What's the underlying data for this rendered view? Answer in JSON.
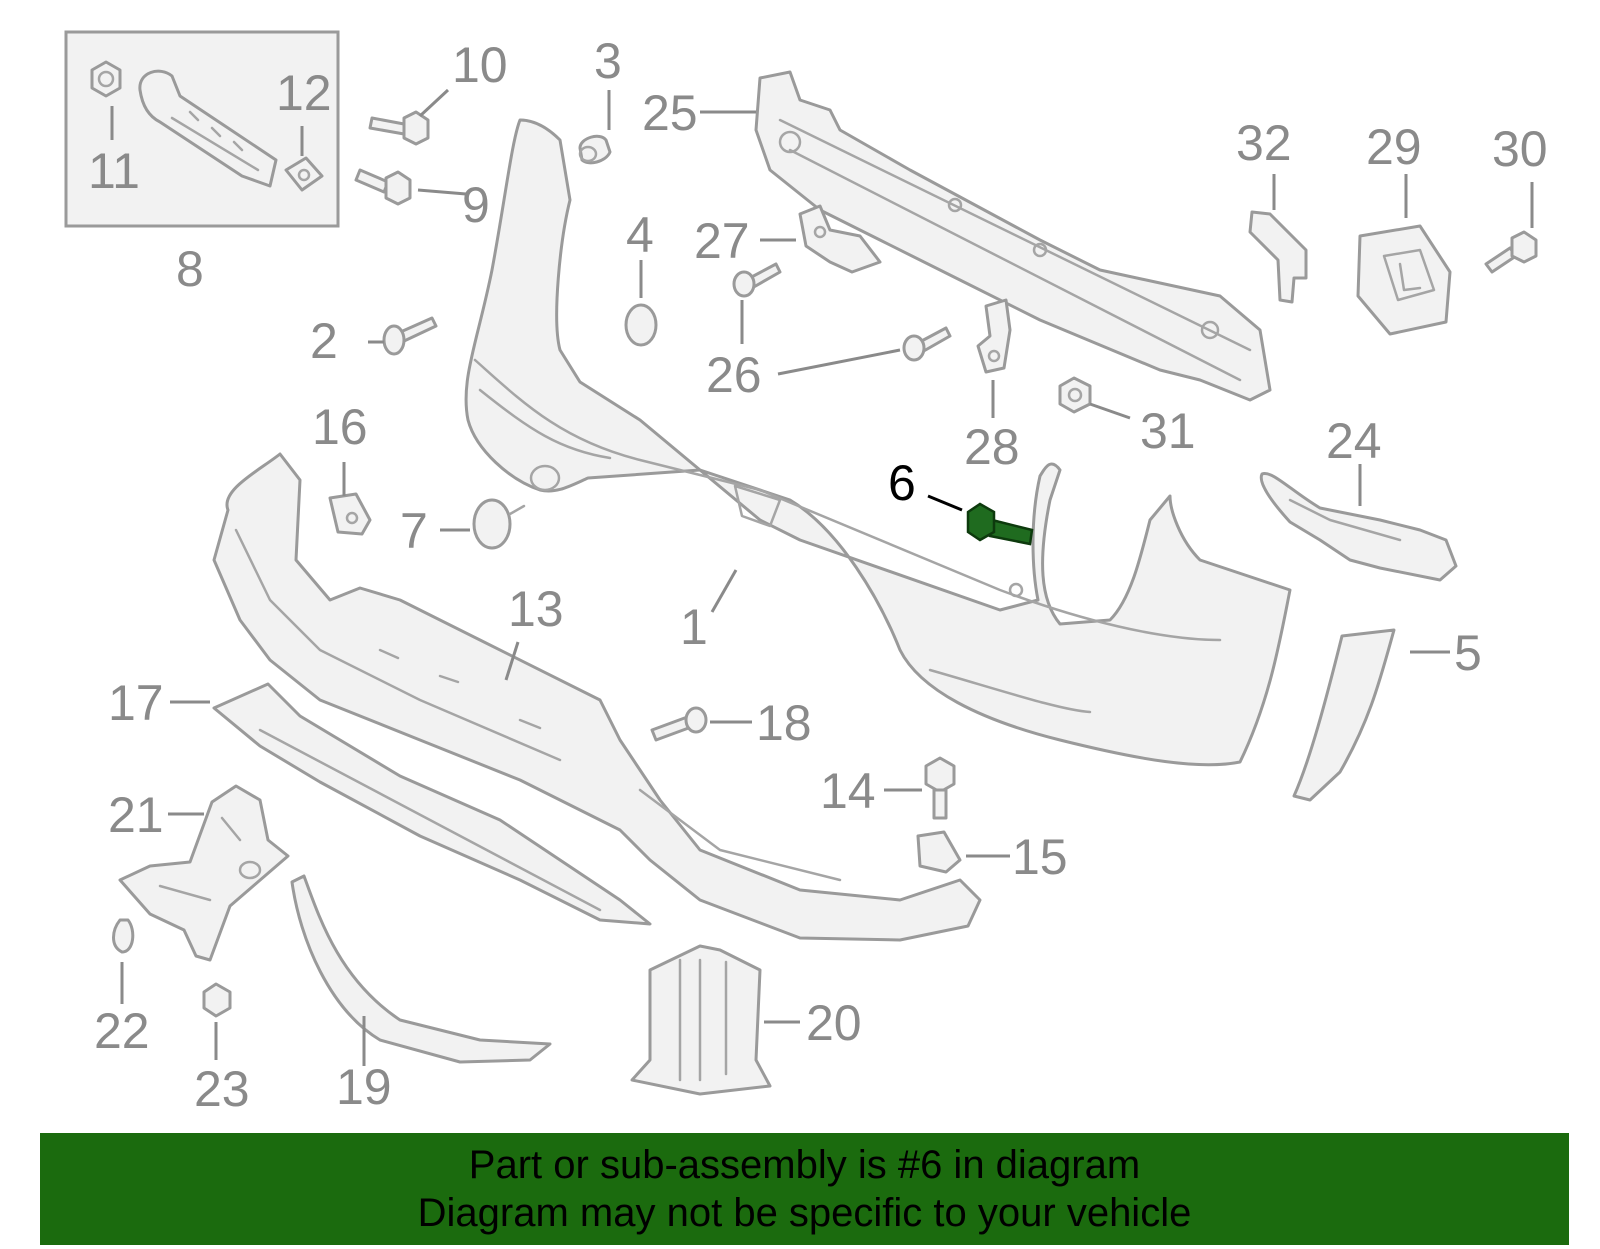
{
  "callouts": {
    "c1": "1",
    "c2": "2",
    "c3": "3",
    "c4": "4",
    "c5": "5",
    "c6": "6",
    "c7": "7",
    "c8": "8",
    "c9": "9",
    "c10": "10",
    "c11": "11",
    "c12": "12",
    "c13": "13",
    "c14": "14",
    "c15": "15",
    "c16": "16",
    "c17": "17",
    "c18": "18",
    "c19": "19",
    "c20": "20",
    "c21": "21",
    "c22": "22",
    "c23": "23",
    "c24": "24",
    "c25": "25",
    "c26": "26",
    "c27": "27",
    "c28": "28",
    "c29": "29",
    "c30": "30",
    "c31": "31",
    "c32": "32"
  },
  "highlighted_part": "6",
  "colors": {
    "banner": "#1b6b0e",
    "highlight_part": "#1f6b1f",
    "part_stroke": "#9a9a9a",
    "callout_text": "#8a8a8a"
  },
  "banner": {
    "line1": "Part or sub-assembly is #6 in diagram",
    "line2": "Diagram may not be specific to your vehicle"
  }
}
